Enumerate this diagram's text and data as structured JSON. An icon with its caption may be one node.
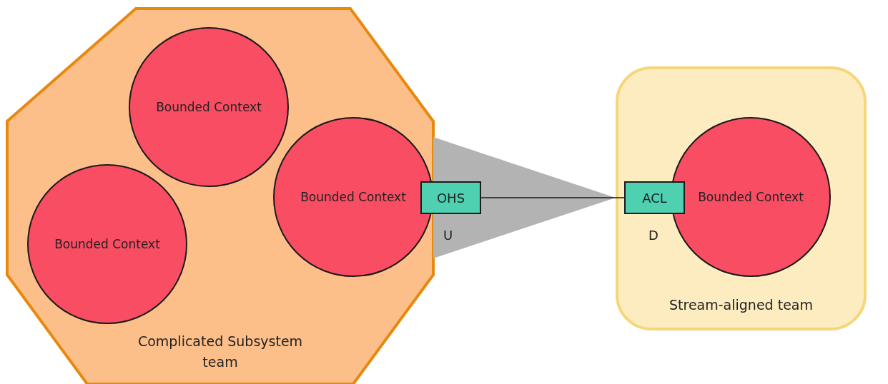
{
  "diagram": {
    "nodes": [
      {
        "text": [
          "Complicated Subsystem team"
        ]
      },
      {
        "text": [
          "Bounded Context"
        ],
        "in": 0
      },
      {
        "text": [
          "Bounded Context"
        ],
        "in": 0
      },
      {
        "text": [
          "Bounded Context"
        ],
        "in": 0
      },
      {
        "text": [
          "OHS"
        ],
        "beside": [
          "U"
        ]
      },
      {
        "text": [
          "Stream-aligned team"
        ]
      },
      {
        "text": [
          "Bounded Context"
        ],
        "in": 5
      },
      {
        "text": [
          "ACL"
        ],
        "beside": [
          "D"
        ],
        "in": 5
      }
    ],
    "edges": [
      {
        "from": 4,
        "to": 7,
        "arrow": "none"
      }
    ]
  }
}
